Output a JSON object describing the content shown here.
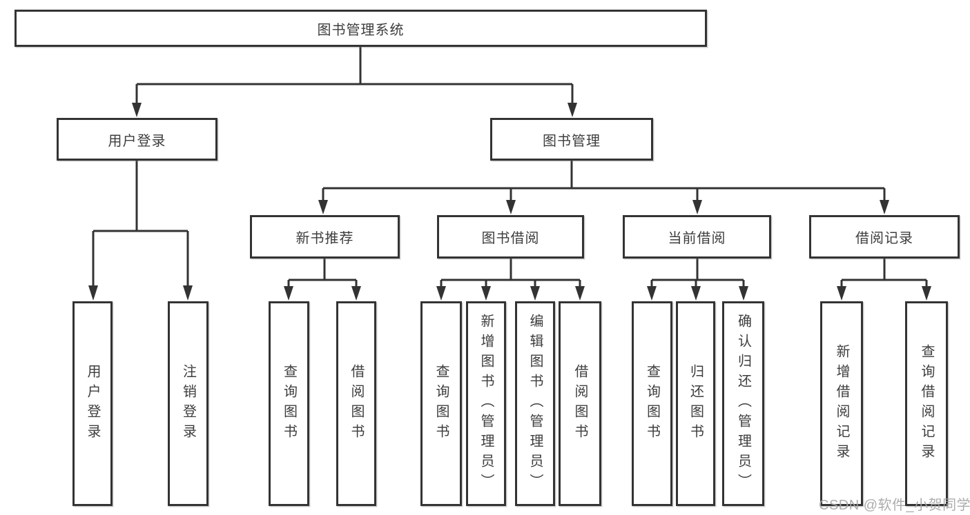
{
  "diagram": {
    "type": "tree",
    "title": "图书管理系统",
    "tree": {
      "label": "图书管理系统",
      "children": [
        {
          "label": "用户登录",
          "children": [
            {
              "label": "用户登录"
            },
            {
              "label": "注销登录"
            }
          ]
        },
        {
          "label": "图书管理",
          "children": [
            {
              "label": "新书推荐",
              "children": [
                {
                  "label": "查询图书"
                },
                {
                  "label": "借阅图书"
                }
              ]
            },
            {
              "label": "图书借阅",
              "children": [
                {
                  "label": "查询图书"
                },
                {
                  "label": "新增图书（管理员）"
                },
                {
                  "label": "编辑图书（管理员）"
                },
                {
                  "label": "借阅图书"
                }
              ]
            },
            {
              "label": "当前借阅",
              "children": [
                {
                  "label": "查询图书"
                },
                {
                  "label": "归还图书"
                },
                {
                  "label": "确认归还（管理员）"
                }
              ]
            },
            {
              "label": "借阅记录",
              "children": [
                {
                  "label": "新增借阅记录"
                },
                {
                  "label": "查询借阅记录"
                }
              ]
            }
          ]
        }
      ]
    },
    "colors": {
      "line": "#333333",
      "text": "#3d3d3d",
      "background": "#ffffff",
      "watermark": "#a5a5a5"
    }
  },
  "watermark": {
    "text": "CSDN @软件_小贺同学"
  }
}
